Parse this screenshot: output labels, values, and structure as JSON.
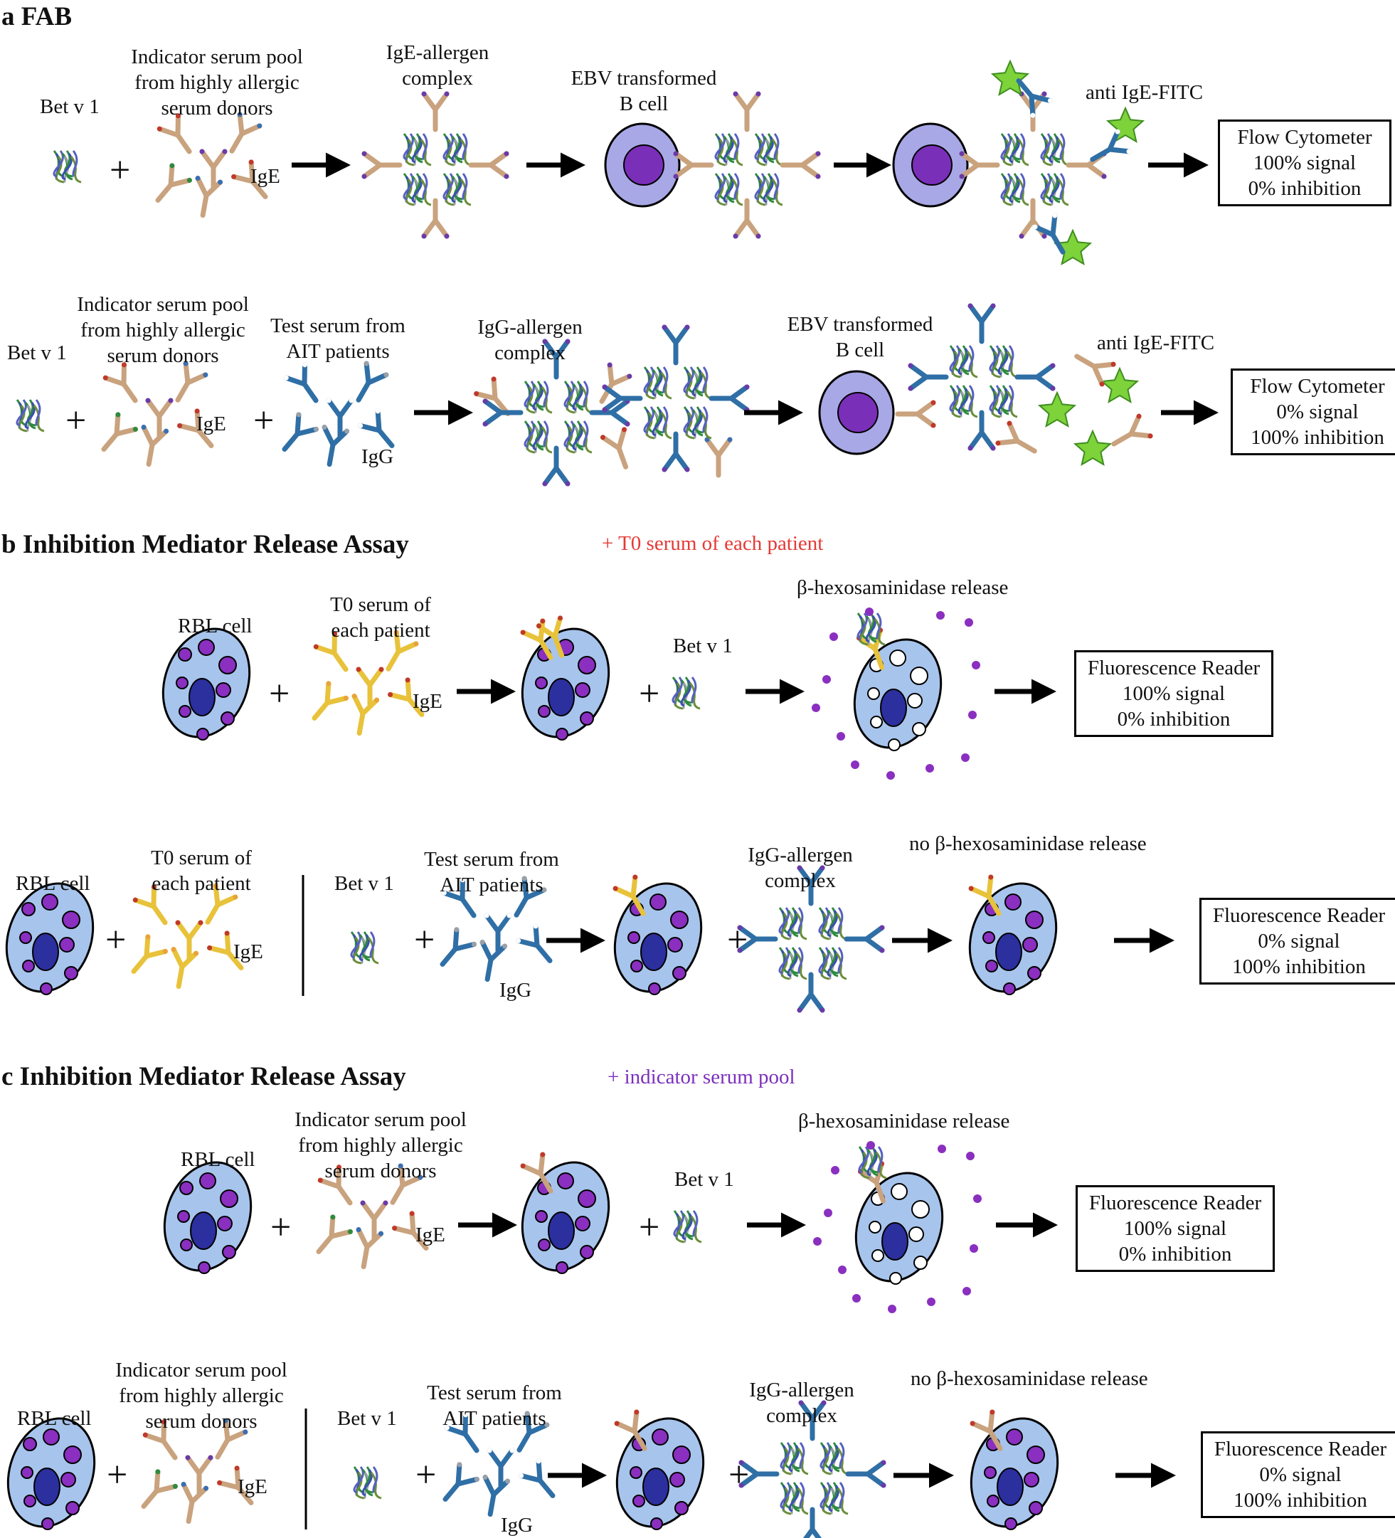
{
  "panel_a": {
    "heading": "a FAB",
    "row1": {
      "allergen": "Bet v 1",
      "indicator": [
        "Indicator serum pool",
        "from highly allergic",
        "serum donors"
      ],
      "ige": "IgE",
      "complex": [
        "IgE-allergen",
        "complex"
      ],
      "bcell": [
        "EBV transformed",
        "B cell"
      ],
      "anti": "anti IgE-FITC",
      "readout": [
        "Flow Cytometer",
        "100% signal",
        "0% inhibition"
      ]
    },
    "row2": {
      "allergen": "Bet v 1",
      "indicator": [
        "Indicator serum pool",
        "from highly allergic",
        "serum donors"
      ],
      "ige": "IgE",
      "test": [
        "Test serum from",
        "AIT patients"
      ],
      "igg": "IgG",
      "complex": [
        "IgG-allergen",
        "complex"
      ],
      "bcell": [
        "EBV transformed",
        "B cell"
      ],
      "anti": "anti IgE-FITC",
      "readout": [
        "Flow Cytometer",
        "0% signal",
        "100% inhibition"
      ]
    }
  },
  "panel_b": {
    "heading": "b Inhibition Mediator Release Assay",
    "note": "+ T0 serum of each patient",
    "note_color": "#e53935",
    "row1": {
      "rbl": "RBL cell",
      "serum": [
        "T0 serum of",
        "each patient"
      ],
      "ige": "IgE",
      "allergen": "Bet v 1",
      "release": "β-hexosaminidase release",
      "readout": [
        "Fluorescence Reader",
        "100% signal",
        "0% inhibition"
      ]
    },
    "row2": {
      "rbl": "RBL cell",
      "serum": [
        "T0 serum of",
        "each patient"
      ],
      "ige": "IgE",
      "allergen": "Bet v 1",
      "test": [
        "Test serum from",
        "AIT patients"
      ],
      "igg": "IgG",
      "complex": [
        "IgG-allergen",
        "complex"
      ],
      "release": "no β-hexosaminidase release",
      "readout": [
        "Fluorescence Reader",
        "0% signal",
        "100% inhibition"
      ]
    }
  },
  "panel_c": {
    "heading": "c Inhibition Mediator Release Assay",
    "note": "+ indicator serum pool",
    "note_color": "#7b2fbe",
    "row1": {
      "rbl": "RBL cell",
      "indicator": [
        "Indicator serum pool",
        "from highly allergic",
        "serum donors"
      ],
      "ige": "IgE",
      "allergen": "Bet v 1",
      "release": "β-hexosaminidase release",
      "readout": [
        "Fluorescence Reader",
        "100% signal",
        "0% inhibition"
      ]
    },
    "row2": {
      "rbl": "RBL cell",
      "indicator": [
        "Indicator serum pool",
        "from highly allergic",
        "serum donors"
      ],
      "ige": "IgE",
      "allergen": "Bet v 1",
      "test": [
        "Test serum from",
        "AIT patients"
      ],
      "igg": "IgG",
      "complex": [
        "IgG-allergen",
        "complex"
      ],
      "release": "no β-hexosaminidase release",
      "readout": [
        "Fluorescence Reader",
        "0% signal",
        "100% inhibition"
      ]
    }
  },
  "colors": {
    "ige_antibody": "#c9a27e",
    "t0_antibody": "#e8c23a",
    "igg_antibody": "#2f6fa6",
    "bcell_outer": "#a9a8e6",
    "bcell_nucleus": "#7a2fb8",
    "rbl_cell": "#a7c4ec",
    "rbl_nucleus": "#2c2f9e",
    "granule": "#8a2fc0",
    "fitc_star": "#7ed23a"
  }
}
